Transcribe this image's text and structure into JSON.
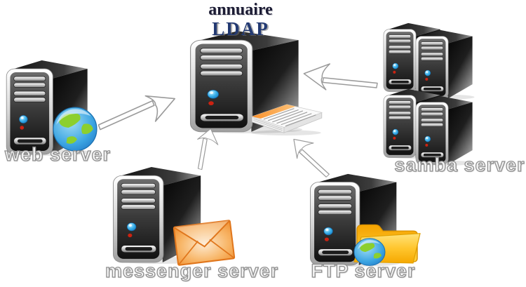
{
  "title": {
    "line1": "annuaire",
    "line2": "LDAP"
  },
  "nodes": {
    "ldap": {
      "name": "annuaire LDAP directory",
      "icon": "directory-book-icon"
    },
    "web": {
      "label": "web server",
      "icon": "globe-icon"
    },
    "messenger": {
      "label": "messenger server",
      "icon": "envelope-icon"
    },
    "ftp": {
      "label": "FTP server",
      "icon": "folder-globe-icon"
    },
    "samba": {
      "label": "samba server",
      "icon": "server-cluster-icon"
    }
  },
  "connections": [
    {
      "from": "web",
      "to": "ldap"
    },
    {
      "from": "messenger",
      "to": "ldap"
    },
    {
      "from": "ftp",
      "to": "ldap"
    },
    {
      "from": "samba",
      "to": "ldap"
    }
  ],
  "colors": {
    "background": "#ffffff",
    "title_line1": "#1c1c34",
    "title_line2": "#233a72",
    "label_fill": "#f2f2f2",
    "label_outline": "#8f8f8f",
    "arrow_fill": "#ffffff",
    "arrow_outline": "#9b9b9b",
    "tower_face": "#2a2a2a",
    "tower_frame_silver": "#d9d9d9",
    "led_blue": "#2aa3e8",
    "led_red": "#cc2211",
    "envelope_orange": "#f29a44",
    "folder_yellow": "#ffc125",
    "globe_ocean": "#2e9fe0",
    "globe_land": "#8ccf2e",
    "book_band_orange": "#f9912c"
  }
}
